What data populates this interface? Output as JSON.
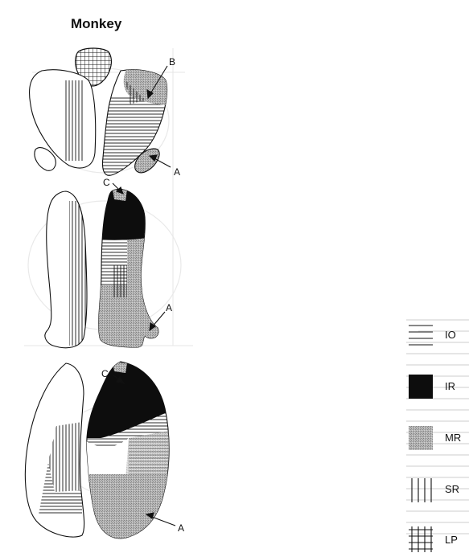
{
  "figure": {
    "title": "Monkey",
    "annotations": [
      "B",
      "A",
      "C",
      "A",
      "C",
      "A"
    ]
  },
  "legend": {
    "items": [
      {
        "key": "IO",
        "pattern": "horizontal-lines"
      },
      {
        "key": "IR",
        "pattern": "solid-black"
      },
      {
        "key": "MR",
        "pattern": "stippled-gray"
      },
      {
        "key": "SR",
        "pattern": "vertical-lines"
      },
      {
        "key": "LP",
        "pattern": "crosshatch-grid"
      }
    ]
  },
  "colors": {
    "ink": "#111111",
    "fill_gray": "#b9b9b9",
    "ghost": "#e6e6e6",
    "ghost_text": "#d8d8d8"
  }
}
